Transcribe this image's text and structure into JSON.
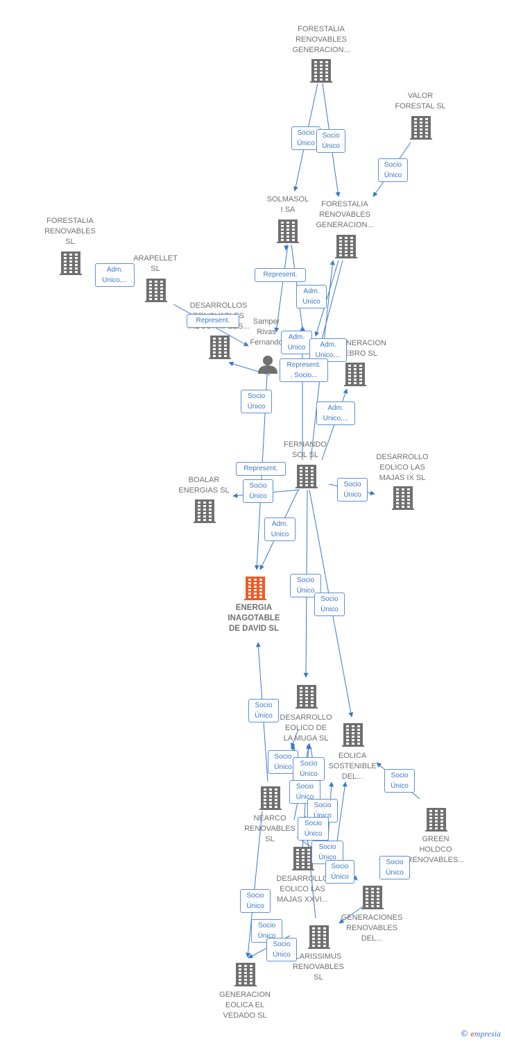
{
  "colors": {
    "edge": "#3a78c8",
    "node": "#6f6f6f",
    "focus": "#f05a28",
    "label": "#707070"
  },
  "nodes": {
    "forestalia_gen_top": "FORESTALIA\nRENOVABLES\nGENERACION...",
    "valor_forestal": "VALOR\nFORESTAL SL",
    "solmasol": "SOLMASOL\nI SA",
    "forestalia_gen_mid": "FORESTALIA\nRENOVABLES\nGENERACION...",
    "forestalia_sl": "FORESTALIA\nRENOVABLES\nSL",
    "arapellet": "ARAPELLET\nSL",
    "desarrollos_ind": "DESARROLLOS\nRENOVABLES\nINDUSTRIALES...",
    "samper": "Samper\nRivas\nFernando",
    "generacion_ebro": "GENERACION\nEBRO SL",
    "fernando_sol": "FERNANDO\nSOL SL",
    "desarrollo_majas_ix": "DESARROLLO\nEOLICO LAS\nMAJAS IX SL",
    "boalar": "BOALAR\nENERGIAS SL",
    "energia_inagotable": "ENERGIA\nINAGOTABLE\nDE DAVID SL",
    "desarrollo_muga": "DESARROLLO\nEOLICO DE\nLA MUGA SL",
    "eolica_sostenible": "EOLICA\nSOSTENIBLE\nDEL...",
    "nearco": "NEARCO\nRENOVABLES\nSL",
    "green_holdco": "GREEN\nHOLDCO\nRENOVABLES...",
    "desarrollo_majas_xxvi": "DESARROLLO\nEOLICO LAS\nMAJAS XXVI...",
    "generaciones_renovables": "GENERACIONES\nRENOVABLES\nDEL...",
    "larissimus": "LARISSIMUS\nRENOVABLES\nSL",
    "generacion_vedado": "GENERACION\nEOLICA EL\nVEDADO SL"
  },
  "relations": [
    "Socio\nÚnico",
    "Socio\nÚnico",
    "Socio\nÚnico",
    "Adm.\nUnico,...",
    "Represent.",
    "Adm.\nUnico",
    "Represent.",
    "Adm.\nUnico",
    "Adm.\nUnico,...",
    "Represent.\n, Socio...",
    "Socio\nÚnico",
    "Adm.\nUnico,...",
    "Represent.",
    "Socio\nÚnico",
    "Socio\nÚnico",
    "Adm.\nUnico",
    "Socio\nÚnico",
    "Socio\nÚnico",
    "Socio\nÚnico",
    "Socio\nÚnico",
    "Socio\nÚnico",
    "Socio\nÚnico",
    "Socio\nÚnico",
    "Socio\nÚnico",
    "Socio\nÚnico",
    "Socio\nÚnico",
    "Socio\nÚnico",
    "Socio\nÚnico",
    "Socio\nÚnico",
    "Socio\nÚnico",
    "Socio\nÚnico"
  ],
  "footer": {
    "copyright": "©",
    "brand_initial": "e",
    "brand_rest": "mpresia"
  }
}
